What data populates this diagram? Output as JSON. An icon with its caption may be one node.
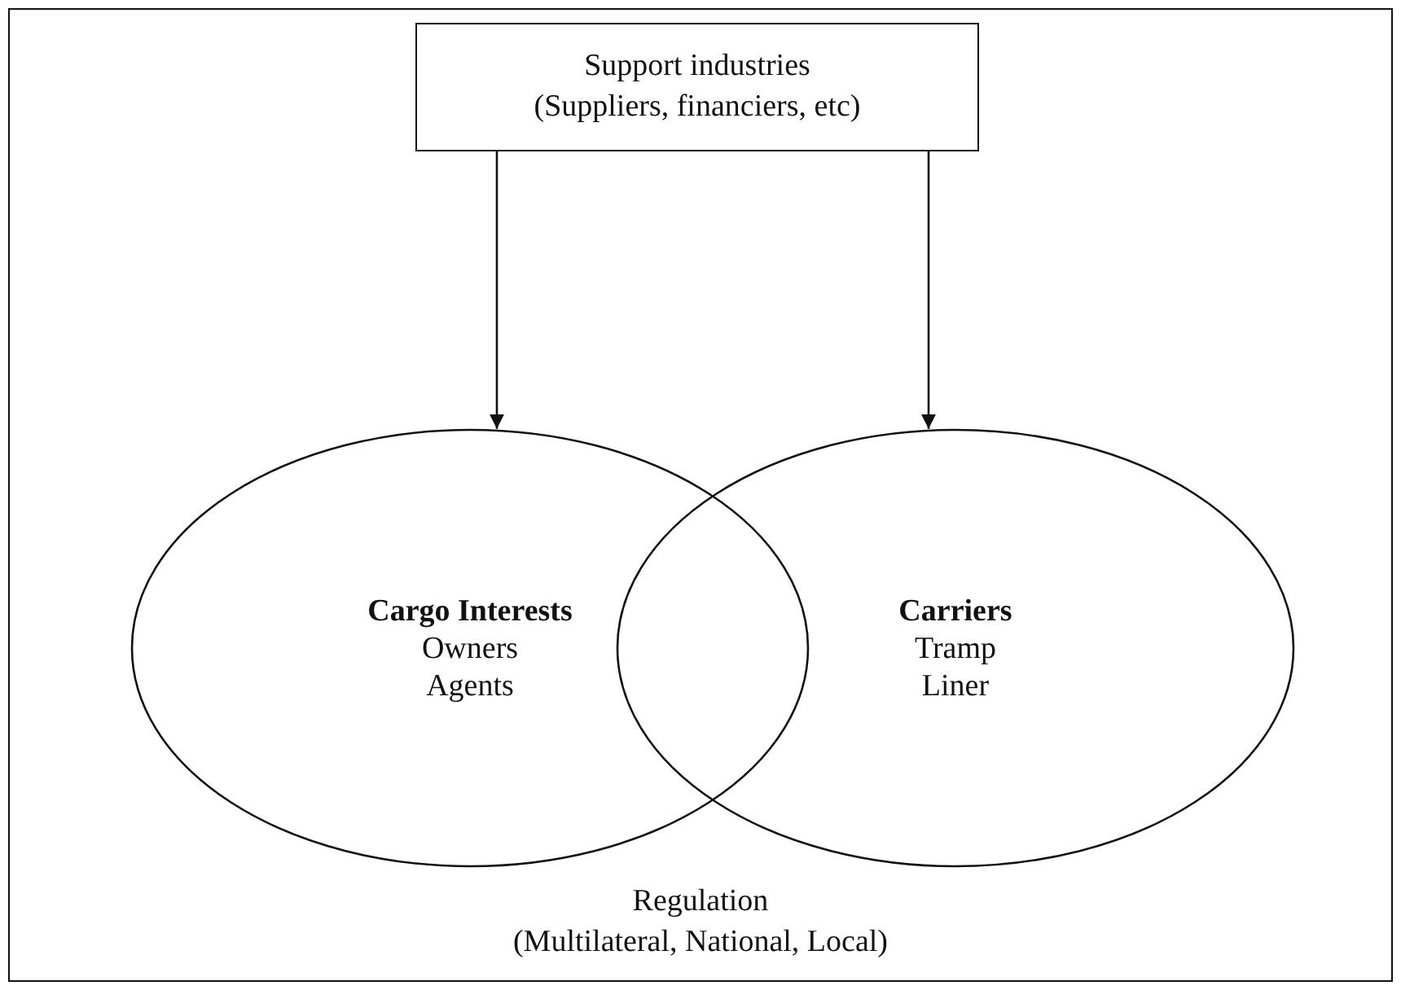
{
  "diagram": {
    "nodes": [
      {
        "text": [
          "Regulation",
          "(Multilateral, National, Local)"
        ]
      },
      {
        "text": [
          "Support industries",
          "(Suppliers, financiers, etc)"
        ],
        "in": 0
      },
      {
        "text": [
          "Cargo Interests",
          "Owners Agents"
        ],
        "in": 0
      },
      {
        "text": [
          "Carriers",
          "Tramp Liner"
        ],
        "in": 0
      }
    ],
    "edges": [
      {
        "from": 1,
        "to": 2,
        "arrow": "to"
      },
      {
        "from": 1,
        "to": 3,
        "arrow": "to"
      }
    ]
  }
}
